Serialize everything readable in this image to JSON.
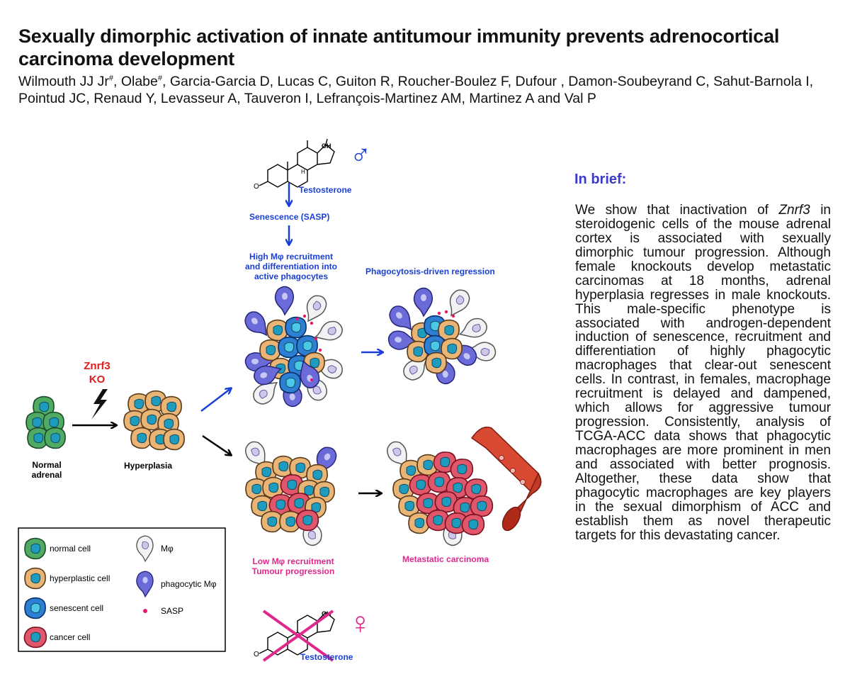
{
  "title": "Sexually dimorphic activation of innate antitumour immunity prevents adrenocortical carcinoma development",
  "authors": {
    "part1": "Wilmouth JJ Jr",
    "sup1": "#",
    "part2": ", Olabe",
    "sup2": "#",
    "part3": ", Garcia-Garcia D, Lucas C, Guiton R, Roucher-Boulez F, Dufour , Damon-Soubeyrand C, Sahut-Barnola I, Pointud JC, Renaud Y, Levasseur A, Tauveron I, Lefrançois-Martinez AM, Martinez A and Val P"
  },
  "brief": {
    "heading": "In brief:",
    "text_pre": "We show that inactivation of ",
    "gene": "Znrf3",
    "text_post": " in steroidogenic cells of the mouse adrenal cortex is associated with sexually dimorphic tumour progression. Although female knockouts develop metastatic carcinomas at 18 months, adrenal hyperplasia regresses in male knockouts. This male-specific phenotype is associated with androgen-dependent induction of senescence, recruitment and differentiation of highly phagocytic macrophages that clear-out senescent cells. In contrast, in females, macrophage recruitment is delayed and dampened, which allows for aggressive tumour progression. Consistently, analysis of TCGA-ACC data shows that phagocytic macrophages are more prominent in men and associated with better prognosis. Altogether, these data show that phagocytic macrophages are key players in the sexual dimorphism of ACC and establish them as novel therapeutic targets for this devastating cancer."
  },
  "diagram": {
    "testosterone_top": "Testosterone",
    "oh_label": "OH",
    "o_label": "O",
    "h_label": "H",
    "male_symbol": "♂",
    "female_symbol": "♀",
    "senescence": "Senescence (SASP)",
    "high_recruit": [
      "High Mφ recruitment",
      "and differentiation into",
      "active phagocytes"
    ],
    "phago_regression": "Phagocytosis-driven regression",
    "znrf3": "Znrf3",
    "ko": "KO",
    "normal_adrenal": [
      "Normal",
      "adrenal"
    ],
    "hyperplasia": "Hyperplasia",
    "low_recruit": [
      "Low Mφ recruitment",
      "Tumour progression"
    ],
    "metastatic": "Metastatic carcinoma",
    "testosterone_bottom": "Testosterone"
  },
  "legend": {
    "normal": "normal cell",
    "hyperplastic": "hyperplastic cell",
    "senescent": "senescent  cell",
    "cancer": "cancer cell",
    "macrophage": "Mφ",
    "phagocytic": "phagocytic Mφ",
    "sasp": "SASP"
  },
  "colors": {
    "blue_label": "#1a3fd9",
    "magenta_label": "#e0288c",
    "red_ko": "#e01b1b",
    "normal_cell": "#4faa63",
    "hyperplastic_cell": "#e8b577",
    "senescent_cell": "#2c7fd1",
    "cancer_cell": "#e0566a",
    "phagocytic": "#6a6ad8",
    "sasp": "#e8186a",
    "vessel": "#d94a33"
  }
}
